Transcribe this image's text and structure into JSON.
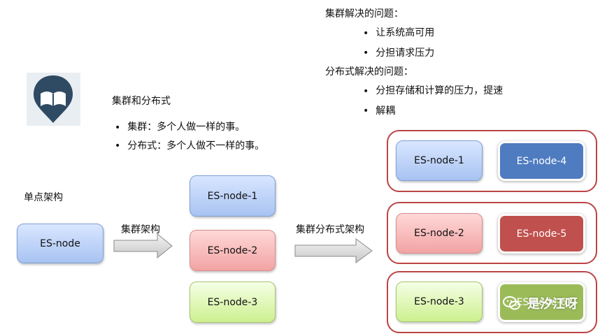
{
  "intro": {
    "title": "集群和分布式",
    "bullets": [
      "集群：多个人做一样的事。",
      "分布式：多个人做不一样的事。"
    ]
  },
  "problems": {
    "cluster_title": "集群解决的问题：",
    "cluster_items": [
      "让系统高可用",
      "分担请求压力"
    ],
    "distributed_title": "分布式解决的问题：",
    "distributed_items": [
      "分担存储和计算的压力，提速",
      "解耦"
    ]
  },
  "labels": {
    "single": "单点架构",
    "cluster_arch": "集群架构",
    "cluster_distributed_arch": "集群分布式架构"
  },
  "nodes": {
    "single": "ES-node",
    "cluster": [
      "ES-node-1",
      "ES-node-2",
      "ES-node-3"
    ],
    "right_left": [
      "ES-node-1",
      "ES-node-2",
      "ES-node-3"
    ],
    "right_right": [
      "ES-node-4",
      "ES-node-5",
      "ES-node-6"
    ]
  },
  "watermark": {
    "text": "是汐江呀"
  },
  "icons": {
    "book": "book-icon",
    "arrow": "right-arrow-icon",
    "wechat": "wechat-icon"
  }
}
